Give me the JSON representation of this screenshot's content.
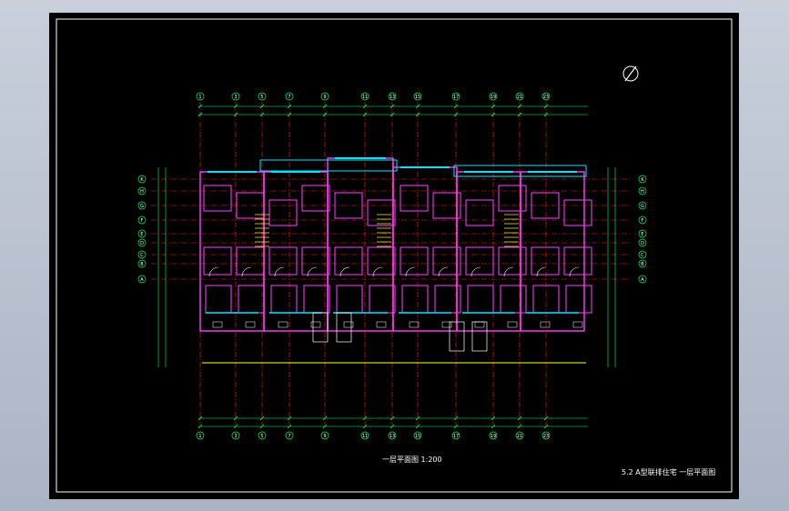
{
  "plan_title": "一层平面图 1:200",
  "sheet_title": "5.2  A型联排住宅  一层平面图",
  "top_axis_labels": [
    "1",
    "3",
    "5",
    "7",
    "9",
    "11",
    "13",
    "15",
    "17",
    "19",
    "21",
    "23"
  ],
  "bottom_axis_labels": [
    "1",
    "3",
    "5",
    "7",
    "9",
    "11",
    "13",
    "15",
    "17",
    "19",
    "21",
    "23"
  ],
  "left_axis_labels": [
    "K",
    "H",
    "G",
    "F",
    "E",
    "D",
    "C",
    "B",
    "A"
  ],
  "right_axis_labels": [
    "K",
    "H",
    "G",
    "F",
    "E",
    "D",
    "C",
    "B",
    "A"
  ],
  "colors": {
    "background": "#000000",
    "frame": "#ffffff",
    "axis": "#ff2020",
    "wall": "#ff40ff",
    "window": "#00e5ff",
    "dimension": "#00ff66",
    "furniture": "#ffffff",
    "stair": "#ffff40"
  },
  "icons": {
    "north_arrow": "north-arrow-icon"
  }
}
